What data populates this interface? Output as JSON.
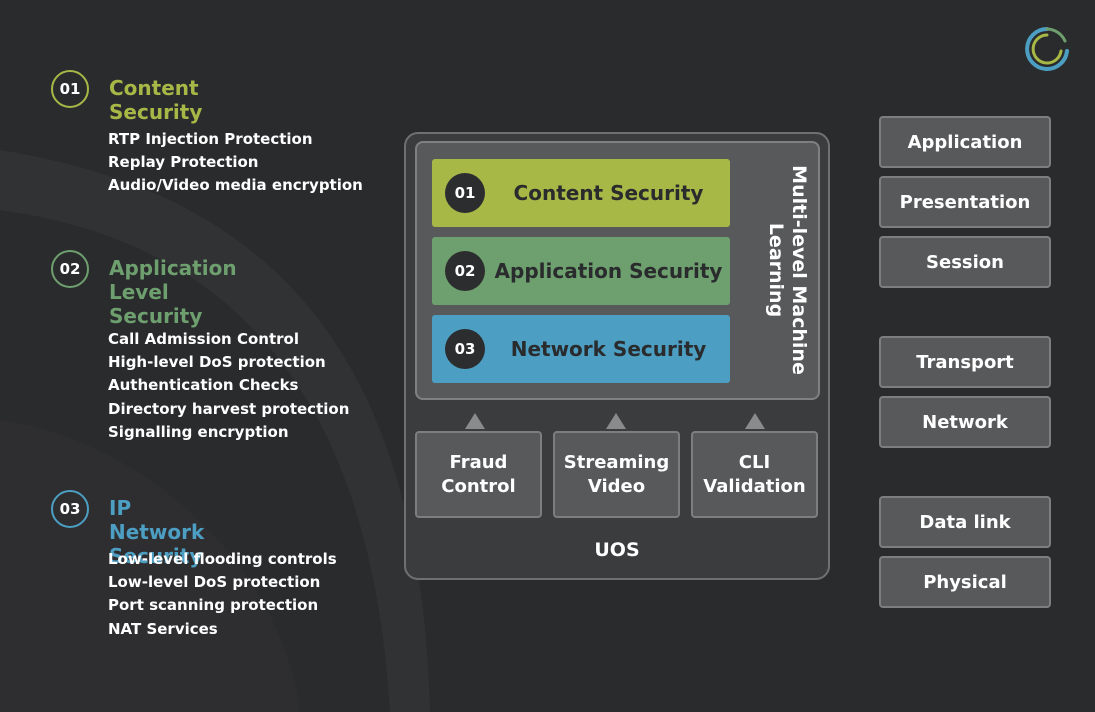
{
  "sections": [
    {
      "number": "01",
      "title": "Content Security",
      "color": "#a8b846",
      "items": [
        "RTP Injection Protection",
        "Replay Protection",
        "Audio/Video media encryption"
      ]
    },
    {
      "number": "02",
      "title": "Application\nLevel Security",
      "color": "#6e9f6e",
      "items": [
        "Call Admission Control",
        "High-level DoS protection",
        "Authentication Checks",
        "Directory harvest protection",
        "Signalling encryption"
      ]
    },
    {
      "number": "03",
      "title": "IP Network Security",
      "color": "#4c9ec2",
      "items": [
        "Low-level flooding controls",
        "Low-level DoS protection",
        "Port scanning protection",
        "NAT Services"
      ]
    }
  ],
  "stack": {
    "layers": [
      {
        "number": "01",
        "label": "Content Security",
        "color": "#a8b846"
      },
      {
        "number": "02",
        "label": "Application Security",
        "color": "#6e9f6e"
      },
      {
        "number": "03",
        "label": "Network Security",
        "color": "#4c9ec2"
      }
    ],
    "side_label": "Multi-level Machine\nLearning",
    "modules": [
      "Fraud\nControl",
      "Streaming\nVideo",
      "CLI\nValidation"
    ],
    "base_label": "UOS"
  },
  "osi_layers": [
    "Application",
    "Presentation",
    "Session",
    "Transport",
    "Network",
    "Data link",
    "Physical"
  ],
  "logo_icon": "ring-logo-icon"
}
